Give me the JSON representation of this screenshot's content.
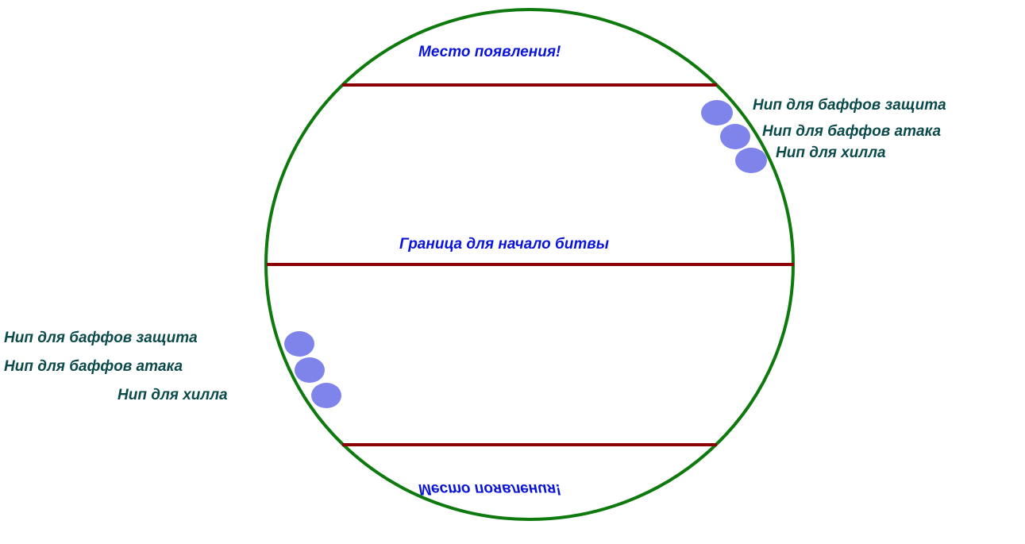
{
  "colors": {
    "arena_outline": "#0e7a0e",
    "boundary_lines": "#8b0000",
    "npc_fill": "#7f84ea",
    "zone_text": "#0a14d8",
    "npc_text": "#0b4a4a",
    "background": "#ffffff"
  },
  "arena": {
    "top_spawn_label": "Место появления!",
    "battle_line_label": "Граница для начало битвы",
    "bottom_spawn_label": "Место появления!"
  },
  "npcs_top_right": {
    "defense_label": "Нип для баффов защита",
    "attack_label": "Нип для баффов атака",
    "heal_label": "Нип для хилла"
  },
  "npcs_bottom_left": {
    "defense_label": "Нип для баффов защита",
    "attack_label": "Нип для баффов атака",
    "heal_label": "Нип для хилла"
  }
}
